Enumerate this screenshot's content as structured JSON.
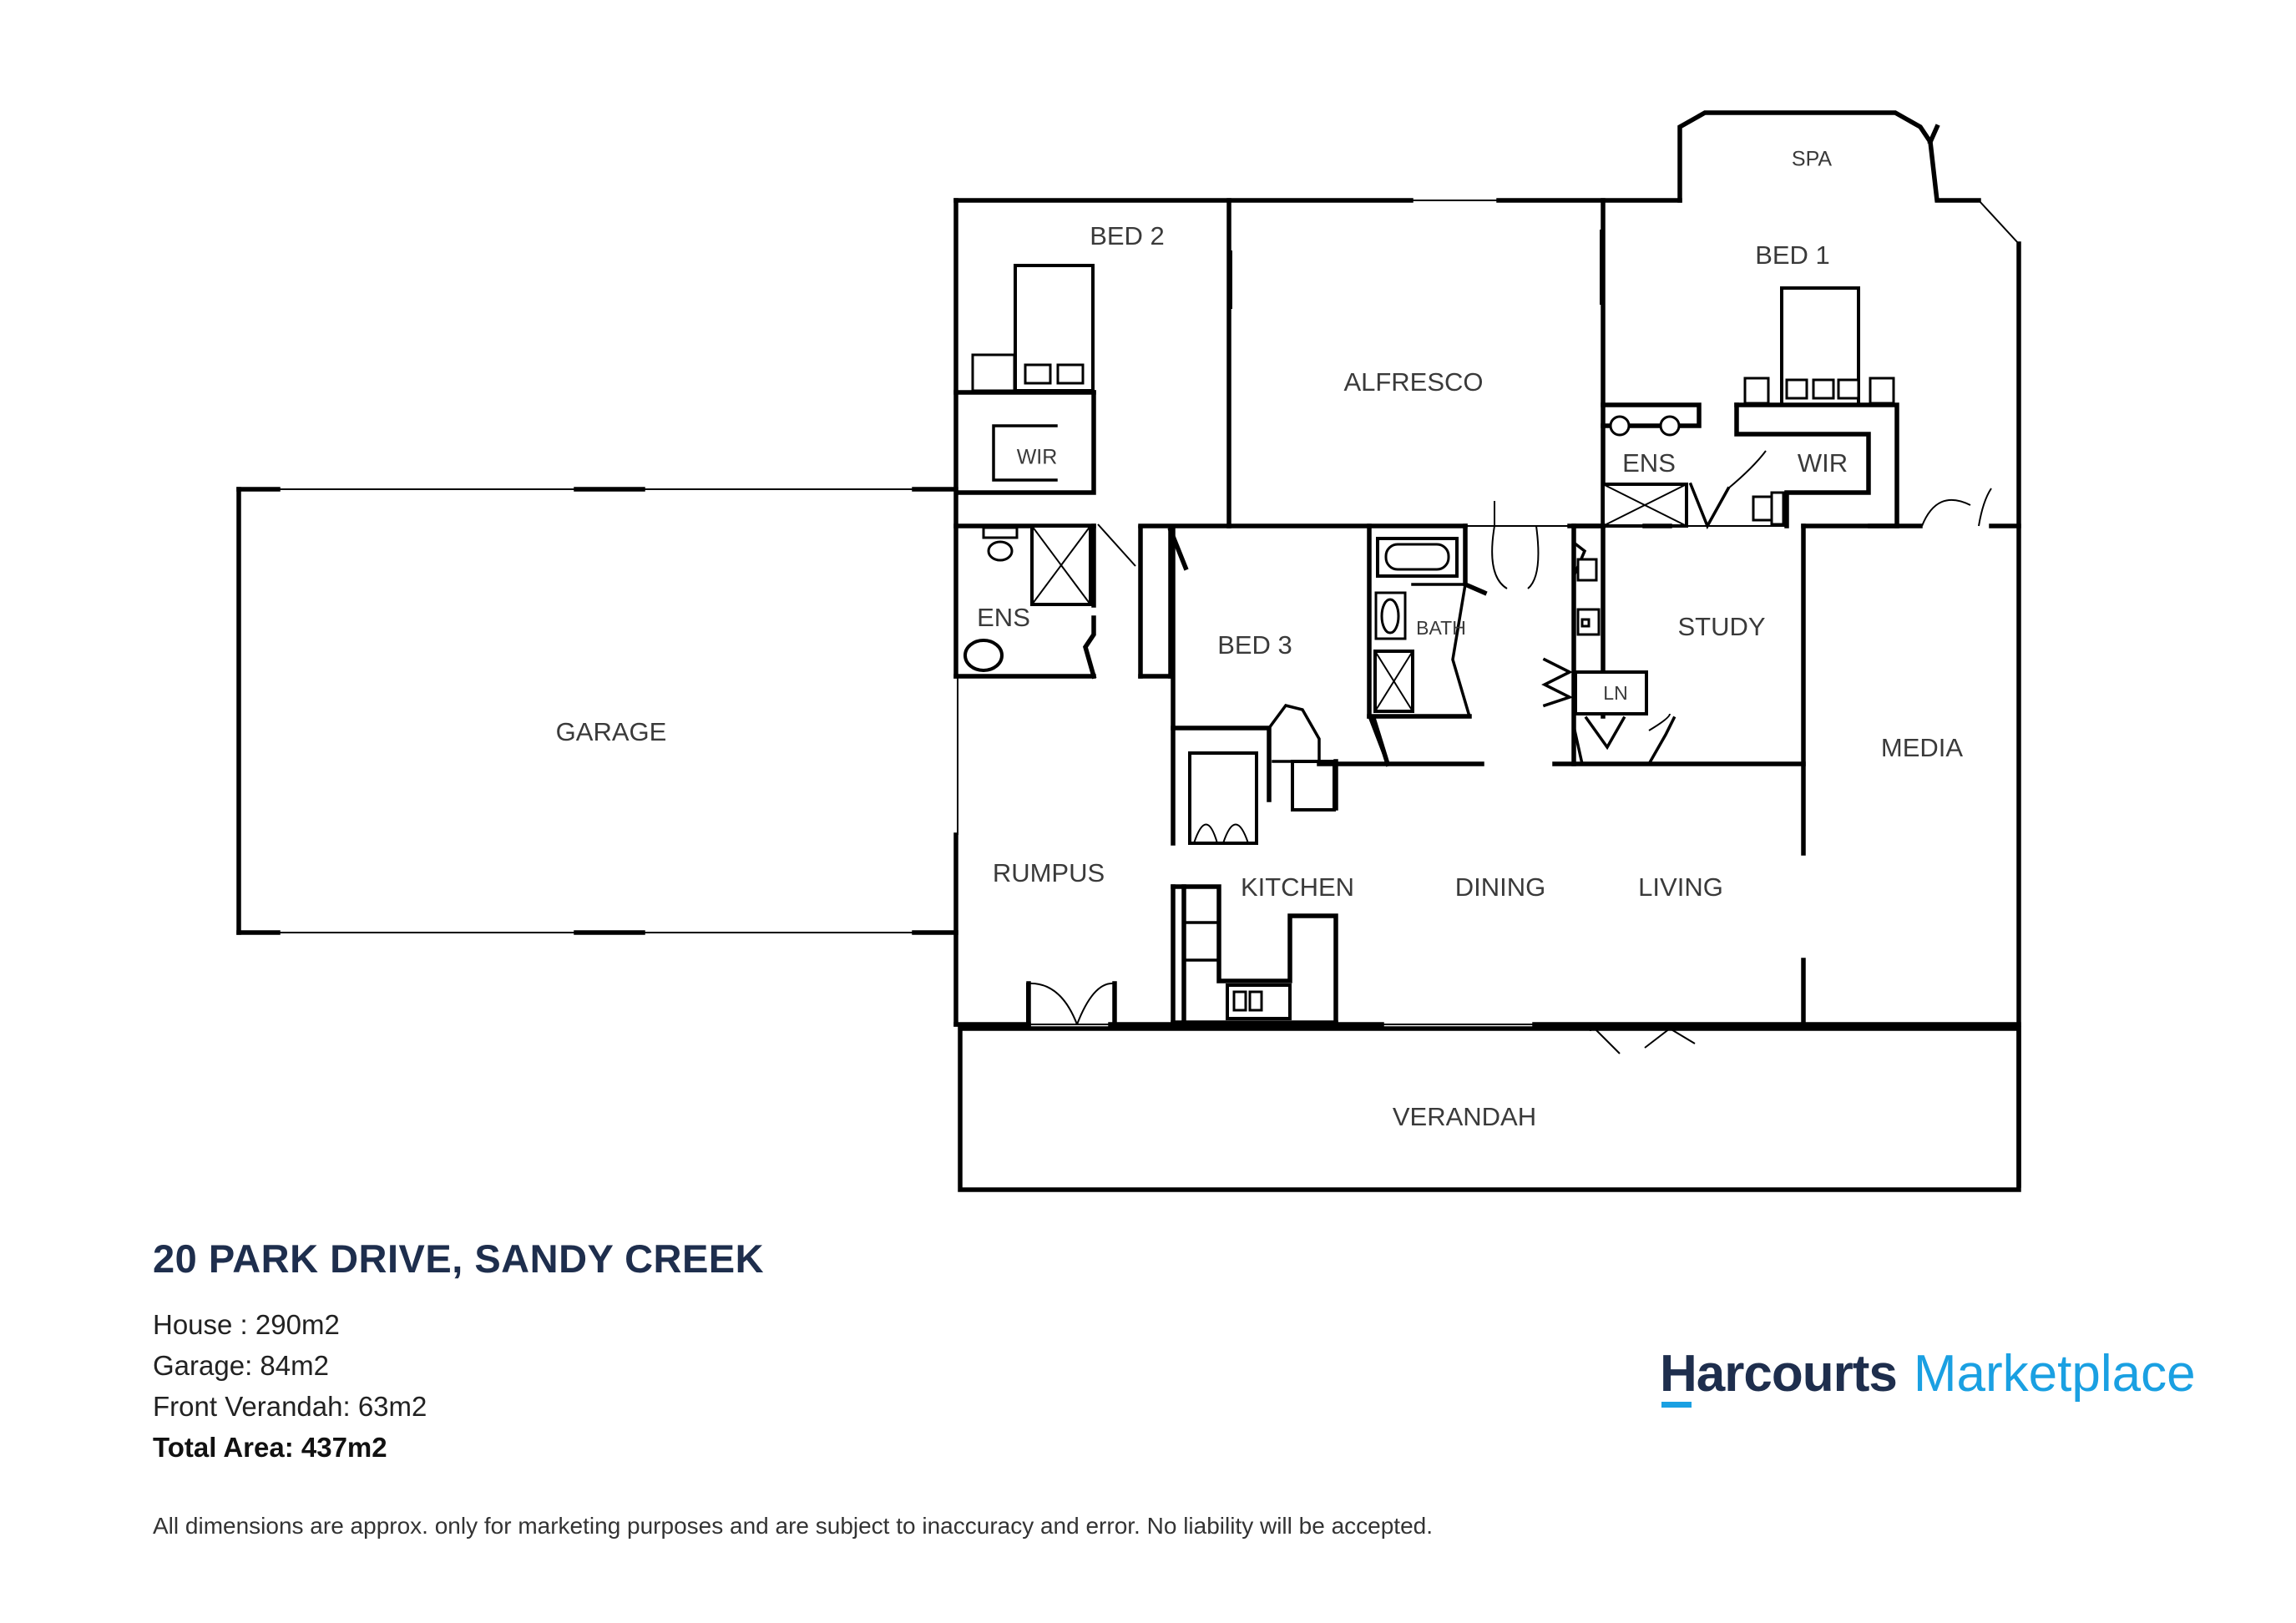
{
  "rooms": {
    "bed2": "BED 2",
    "alfresco": "ALFRESCO",
    "spa": "SPA",
    "bed1": "BED 1",
    "wir_left": "WIR",
    "ens_left": "ENS",
    "ens_right": "ENS",
    "wir_right": "WIR",
    "garage": "GARAGE",
    "bed3": "BED 3",
    "bath": "BATH",
    "study": "STUDY",
    "ln": "LN",
    "media": "MEDIA",
    "rumpus": "RUMPUS",
    "kitchen": "KITCHEN",
    "dining": "DINING",
    "living": "LIVING",
    "verandah": "VERANDAH"
  },
  "address": "20 PARK DRIVE, SANDY CREEK",
  "areas": {
    "house": "House : 290m2",
    "garage": "Garage: 84m2",
    "verandah": "Front Verandah: 63m2",
    "total": "Total Area: 437m2"
  },
  "disclaimer": "All dimensions are approx. only for marketing purposes and are subject to inaccuracy and error. No liability will be accepted.",
  "logo": {
    "brand": "Harcourts",
    "sub": "Marketplace",
    "brand_color": "#1e2e4d",
    "accent_color": "#1aa0e2"
  }
}
